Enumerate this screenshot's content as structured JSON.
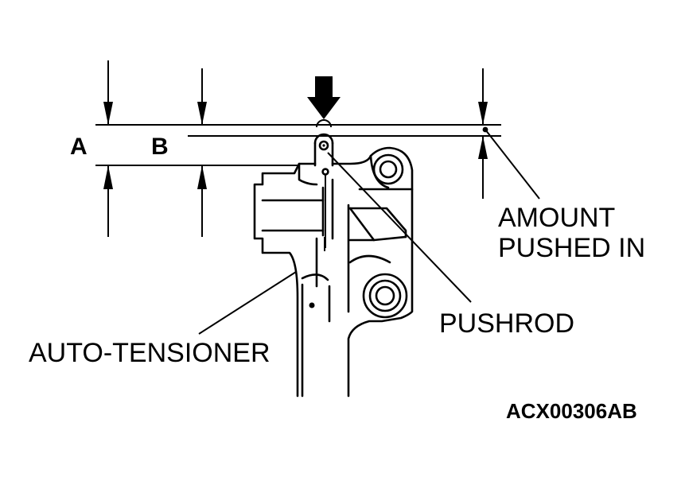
{
  "labels": {
    "dim_a": "A",
    "dim_b": "B",
    "amount_line1": "AMOUNT",
    "amount_line2": "PUSHED IN",
    "pushrod": "PUSHROD",
    "auto_tensioner": "AUTO-TENSIONER",
    "figure_code": "ACX00306AB"
  }
}
